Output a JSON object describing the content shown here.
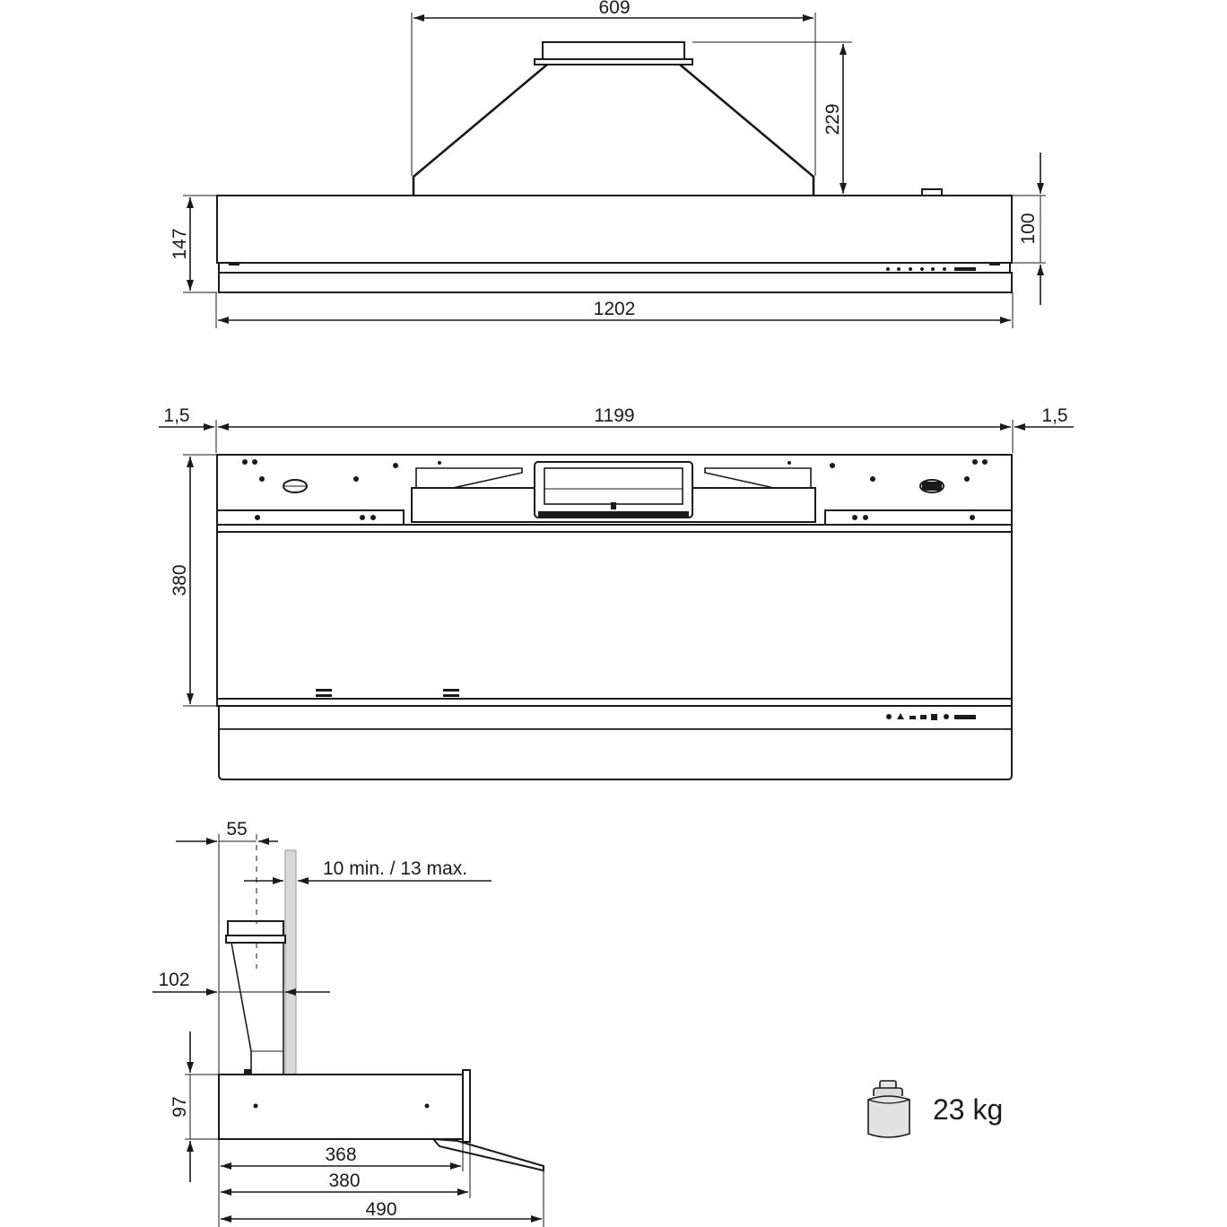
{
  "top_view": {
    "dim_duct_width": "609",
    "dim_duct_height": "229",
    "dim_body_height": "147",
    "dim_front_height": "100",
    "dim_total_width": "1202"
  },
  "front_view": {
    "dim_left_gap": "1,5",
    "dim_inner_width": "1199",
    "dim_right_gap": "1,5",
    "dim_depth": "380"
  },
  "side_view": {
    "dim_duct_offset": "55",
    "dim_wall_thickness": "10 min. / 13 max.",
    "dim_duct_depth": "102",
    "dim_body_height": "97",
    "dim_depth_368": "368",
    "dim_depth_380": "380",
    "dim_depth_490": "490"
  },
  "weight": {
    "value": "23 kg",
    "icon": "weight-icon"
  }
}
